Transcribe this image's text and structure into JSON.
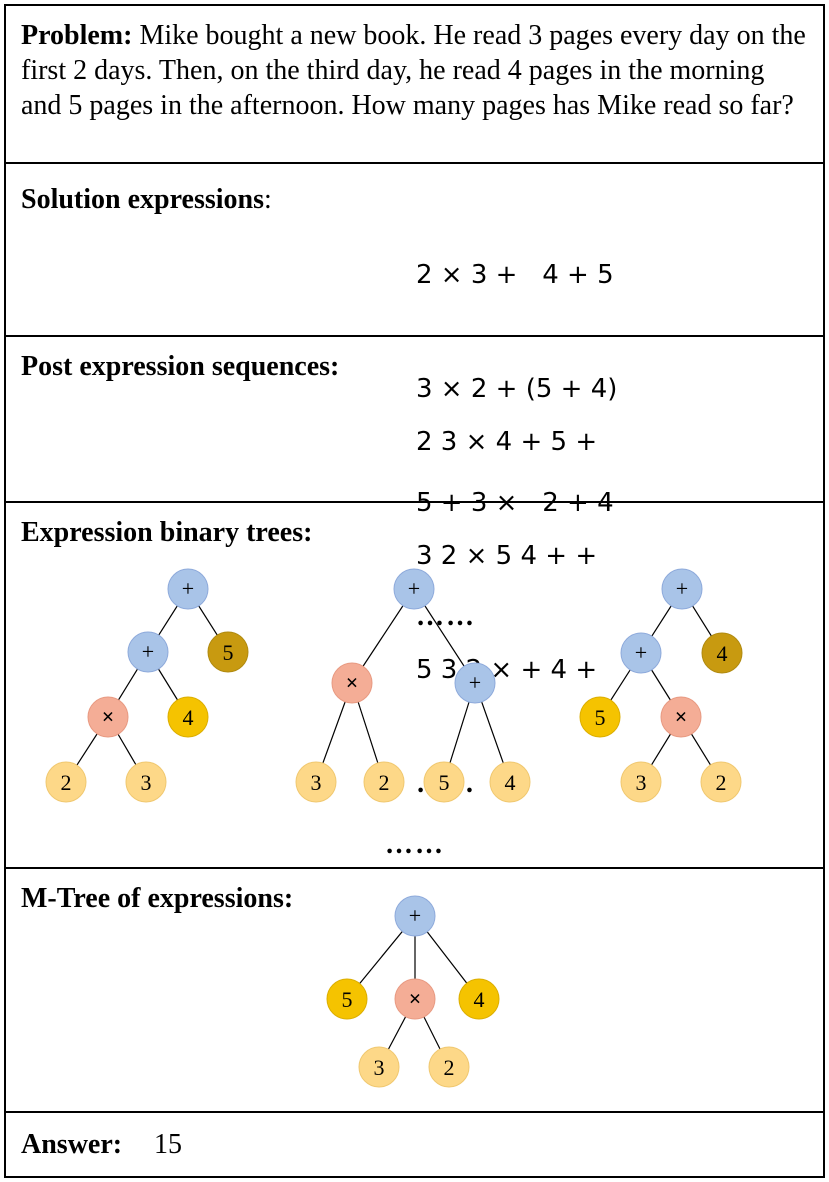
{
  "problem": {
    "label": "Problem:",
    "text": "Mike bought a new book. He read 3 pages every day on the first 2 days. Then, on the third day, he read 4 pages in the morning and 5 pages in the afternoon. How many pages has Mike read so far?"
  },
  "solution": {
    "label": "Solution expressions",
    "colon": ":",
    "lines": [
      "2 × 3 +   4 + 5",
      "3 × 2 + (5 + 4)",
      "5 + 3 ×   2 + 4"
    ],
    "ellipsis": "……"
  },
  "postfix": {
    "label": "Post expression sequences:",
    "lines": [
      "2 3 × 4 + 5 +",
      "3 2 × 5 4 + +",
      "5 3 2 × + 4 +"
    ],
    "ellipsis": "……"
  },
  "trees": {
    "label": "Expression binary trees:",
    "ellipsis": "……",
    "tree1": {
      "root": "+",
      "left_op": "+",
      "right_leaf": "5",
      "mult": "×",
      "mid_leaf": "4",
      "a": "2",
      "b": "3"
    },
    "tree2": {
      "root": "+",
      "mult": "×",
      "plus": "+",
      "a": "3",
      "b": "2",
      "c": "5",
      "d": "4"
    },
    "tree3": {
      "root": "+",
      "left_op": "+",
      "right_leaf": "4",
      "left_leaf": "5",
      "mult": "×",
      "a": "3",
      "b": "2"
    }
  },
  "mtree": {
    "label": "M-Tree of  expressions:",
    "root": "+",
    "left_leaf": "5",
    "mult": "×",
    "right_leaf": "4",
    "a": "3",
    "b": "2"
  },
  "answer": {
    "label": "Answer:",
    "value": "15"
  },
  "colors": {
    "operator_plus": "#a9c4e8",
    "operator_mult": "#f4ad96",
    "leaf_light": "#fdd888",
    "leaf_bright": "#f5c300",
    "leaf_dark": "#c89a10"
  }
}
